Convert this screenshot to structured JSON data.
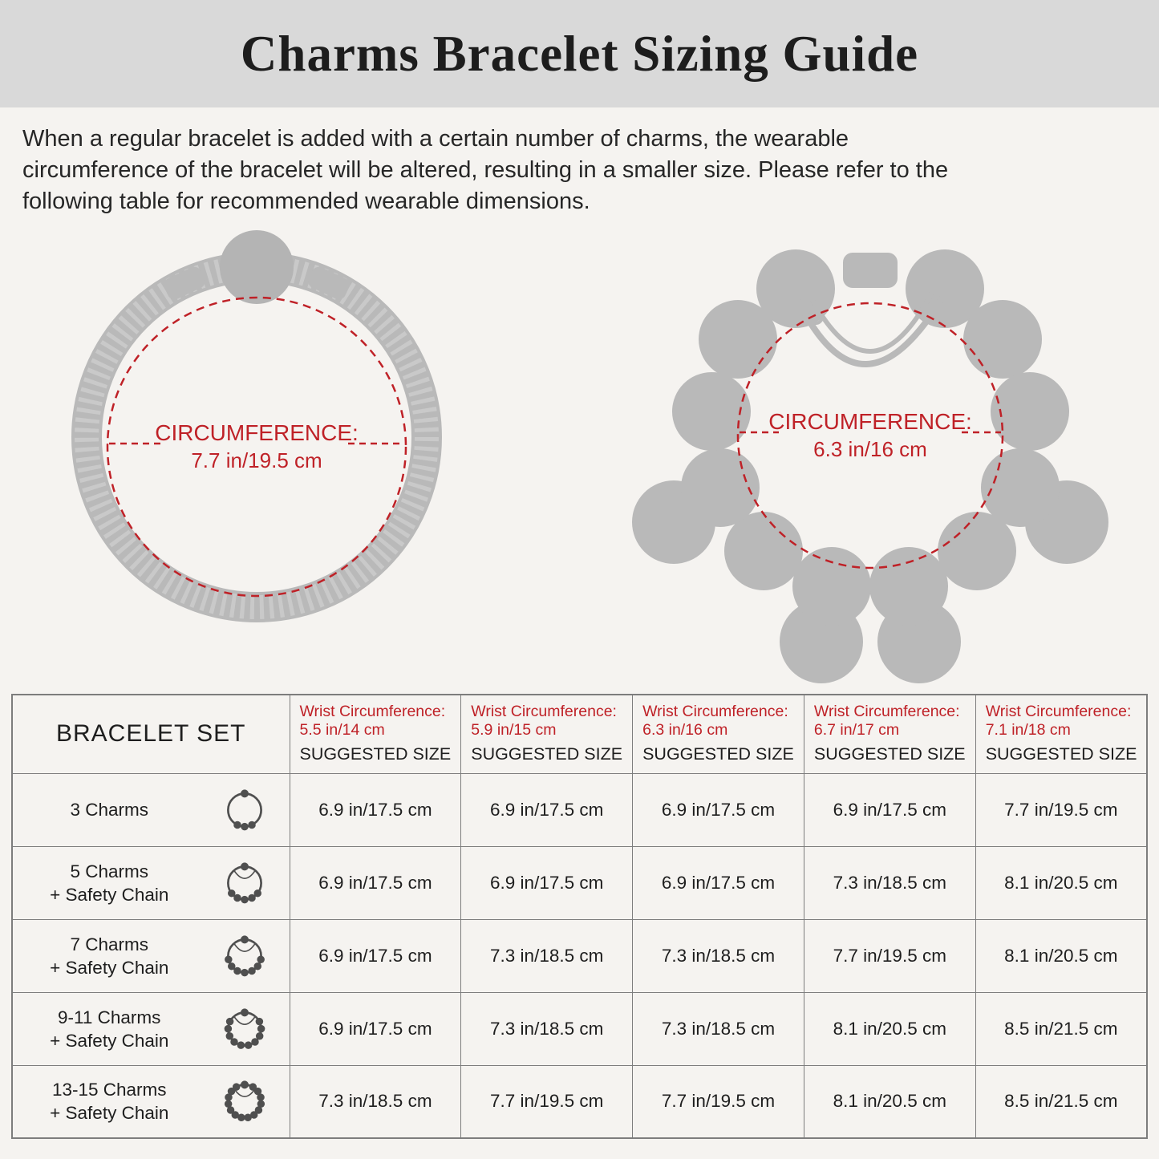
{
  "page": {
    "title": "Charms Bracelet Sizing Guide",
    "intro_lines": [
      "When a regular bracelet is added with a certain number of charms, the wearable",
      "circumference of the bracelet will be altered, resulting in a smaller size. Please refer to the",
      "following table for recommended wearable dimensions."
    ]
  },
  "colors": {
    "accent": "#bf2127",
    "silhouette": "#b9b9b9",
    "banner": "#d9d9d9"
  },
  "diagrams": {
    "plain_bracelet": {
      "label": "CIRCUMFERENCE:",
      "value": "7.7 in/19.5 cm"
    },
    "charm_bracelet": {
      "label": "CIRCUMFERENCE:",
      "value": "6.3 in/16 cm"
    }
  },
  "table": {
    "first_header": "BRACELET SET",
    "columns": [
      {
        "wrist_label": "Wrist Circumference:",
        "wrist_value": "5.5 in/14 cm",
        "suggested": "SUGGESTED SIZE"
      },
      {
        "wrist_label": "Wrist Circumference:",
        "wrist_value": "5.9 in/15 cm",
        "suggested": "SUGGESTED SIZE"
      },
      {
        "wrist_label": "Wrist Circumference:",
        "wrist_value": "6.3 in/16 cm",
        "suggested": "SUGGESTED SIZE"
      },
      {
        "wrist_label": "Wrist Circumference:",
        "wrist_value": "6.7 in/17 cm",
        "suggested": "SUGGESTED SIZE"
      },
      {
        "wrist_label": "Wrist Circumference:",
        "wrist_value": "7.1 in/18 cm",
        "suggested": "SUGGESTED SIZE"
      }
    ],
    "rows": [
      {
        "label_line1": "3 Charms",
        "label_line2": "",
        "icon_charms": 3,
        "safety_chain": false,
        "values": [
          "6.9 in/17.5 cm",
          "6.9 in/17.5 cm",
          "6.9 in/17.5 cm",
          "6.9 in/17.5 cm",
          "7.7 in/19.5 cm"
        ]
      },
      {
        "label_line1": "5 Charms",
        "label_line2": "+ Safety Chain",
        "icon_charms": 5,
        "safety_chain": true,
        "values": [
          "6.9 in/17.5 cm",
          "6.9 in/17.5 cm",
          "6.9 in/17.5 cm",
          "7.3 in/18.5 cm",
          "8.1 in/20.5 cm"
        ]
      },
      {
        "label_line1": "7 Charms",
        "label_line2": "+ Safety Chain",
        "icon_charms": 7,
        "safety_chain": true,
        "values": [
          "6.9 in/17.5 cm",
          "7.3 in/18.5 cm",
          "7.3 in/18.5 cm",
          "7.7 in/19.5 cm",
          "8.1 in/20.5 cm"
        ]
      },
      {
        "label_line1": "9-11 Charms",
        "label_line2": "+ Safety Chain",
        "icon_charms": 10,
        "safety_chain": true,
        "values": [
          "6.9 in/17.5 cm",
          "7.3 in/18.5 cm",
          "7.3 in/18.5 cm",
          "8.1 in/20.5 cm",
          "8.5 in/21.5 cm"
        ]
      },
      {
        "label_line1": "13-15 Charms",
        "label_line2": "+ Safety Chain",
        "icon_charms": 14,
        "safety_chain": true,
        "values": [
          "7.3 in/18.5 cm",
          "7.7 in/19.5 cm",
          "7.7 in/19.5 cm",
          "8.1 in/20.5 cm",
          "8.5 in/21.5 cm"
        ]
      }
    ]
  }
}
